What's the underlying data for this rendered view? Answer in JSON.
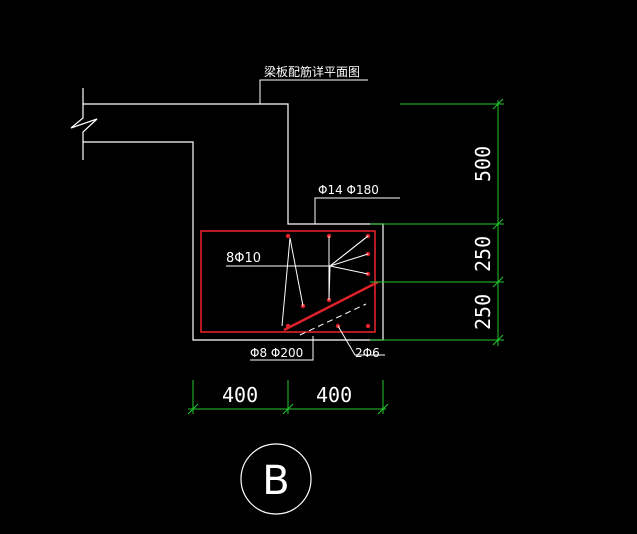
{
  "drawing": {
    "section_note": "梁板配筋详平面图",
    "top_bar_label": "Φ14 Φ180",
    "side_bar_label": "8Φ10",
    "stirrup_label": "Φ8 Φ200",
    "bottom_bar_label": "2Φ6",
    "dim_horizontal": [
      "400",
      "400"
    ],
    "dim_vertical": [
      "500",
      "250",
      "250"
    ],
    "section_mark": "B"
  },
  "colors": {
    "background": "#000000",
    "outline": "#ffffff",
    "rebar": "#e0202a",
    "dimension": "#22c82e",
    "text": "#ffffff"
  }
}
